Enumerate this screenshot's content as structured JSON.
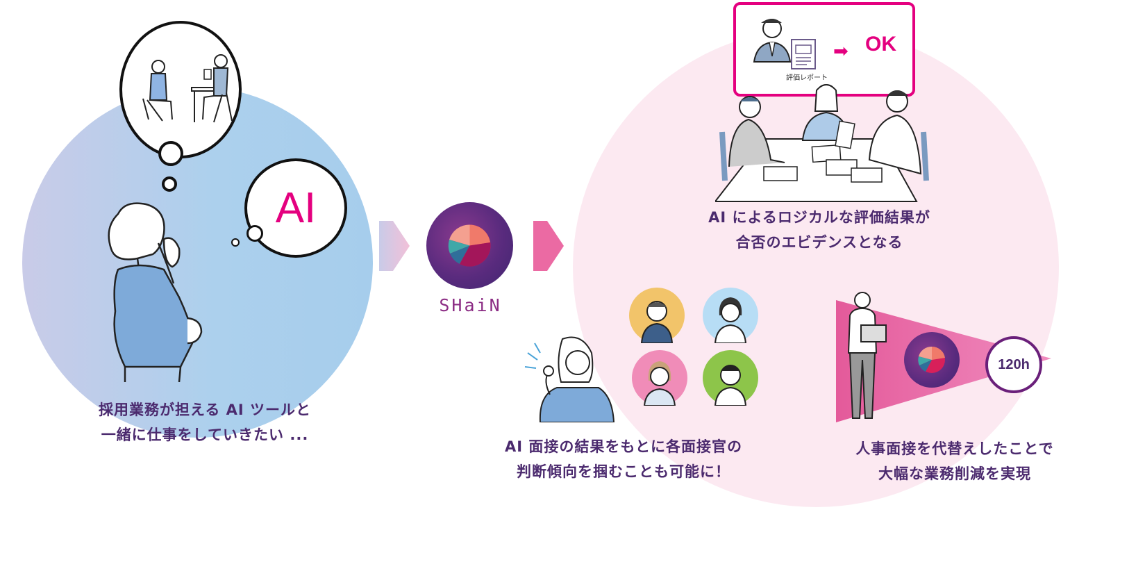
{
  "ai_bubble": {
    "text": "AI"
  },
  "left_caption": {
    "line1": "採用業務が担える AI ツールと",
    "line2": "一緒に仕事をしていきたい ..."
  },
  "logo": {
    "name": "SHaiN"
  },
  "ok_panel": {
    "report_label": "評価レポート",
    "arrow": "➡",
    "result": "OK"
  },
  "top_caption": {
    "line1": "AI によるロジカルな評価結果が",
    "line2": "合否のエビデンスとなる"
  },
  "mid_caption": {
    "line1": "AI 面接の結果をもとに各面接官の",
    "line2": "判断傾向を掴むことも可能に！"
  },
  "right_caption": {
    "line1": "人事面接を代替えしたことで",
    "line2": "大幅な業務削減を実現"
  },
  "hours_badge": {
    "text": "120h"
  },
  "colors": {
    "accent_pink": "#e4007f",
    "caption_purple": "#4b2a6e",
    "left_circle_blue": "#a6cdec",
    "right_circle_pink": "#fce9f1",
    "logo_purple": "#5a2b7e"
  },
  "icons": [
    "interview-scene-illustration",
    "thinking-woman-illustration",
    "meeting-illustration",
    "businessman-icon",
    "report-document-icon",
    "cheering-woman-illustration",
    "interviewer-avatar-icons",
    "presenter-man-illustration",
    "shain-pie-logo-icon"
  ]
}
